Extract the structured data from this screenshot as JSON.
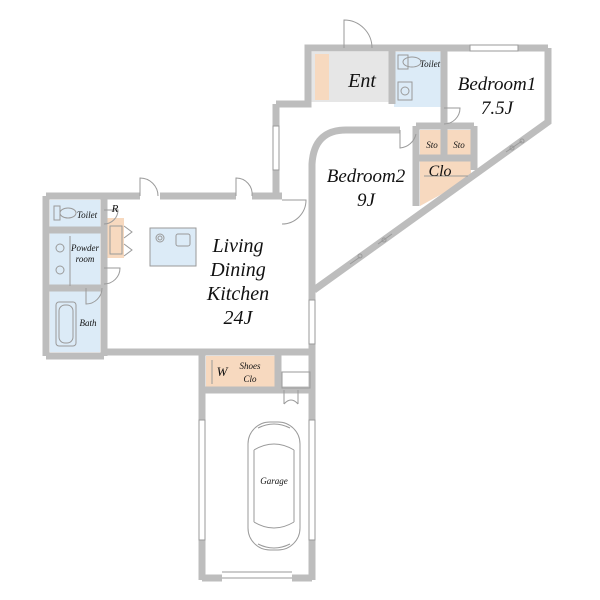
{
  "colors": {
    "wall": "#bdbdbd",
    "wet_area": "#dcebf7",
    "storage": "#f7d9bf",
    "entrance": "#e6e6e6",
    "fixture_line": "#9a9a9a"
  },
  "rooms": {
    "entrance": "Ent",
    "bedroom1_name": "Bedroom1",
    "bedroom1_size": "7.5J",
    "bedroom2_name": "Bedroom2",
    "bedroom2_size": "9J",
    "ldk_line1": "Living",
    "ldk_line2": "Dining",
    "ldk_line3": "Kitchen",
    "ldk_size": "24J",
    "toilet_upper": "Toilet",
    "toilet_left": "Toilet",
    "sto1": "Sto",
    "sto2": "Sto",
    "clo": "Clo",
    "refrigerator": "R",
    "powder_room_line1": "Powder",
    "powder_room_line2": "room",
    "bath": "Bath",
    "wic": "W",
    "shoes_line1": "Shoes",
    "shoes_line2": "Clo",
    "garage": "Garage"
  }
}
